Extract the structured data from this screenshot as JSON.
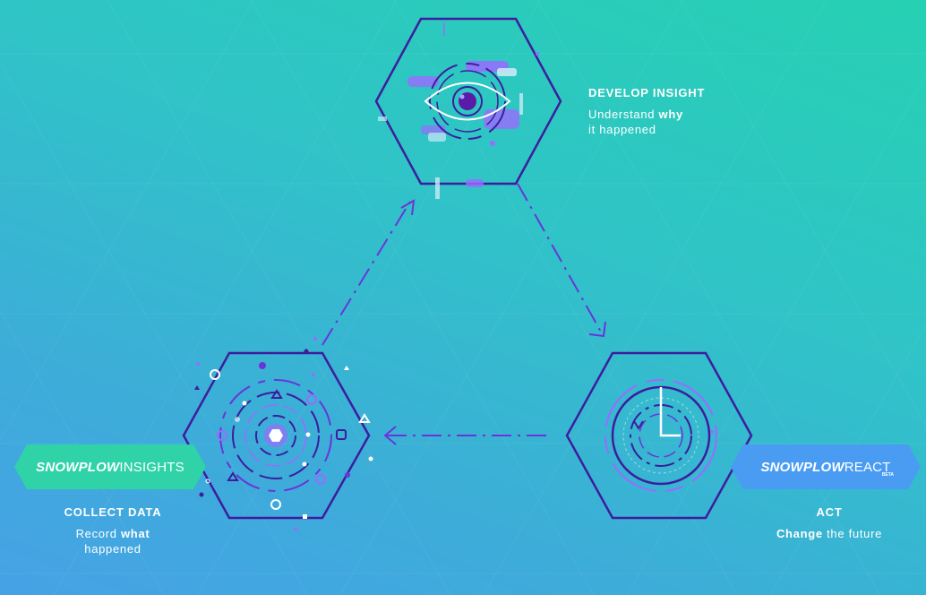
{
  "develop": {
    "title": "DEVELOP INSIGHT",
    "line1_pre": "Understand ",
    "line1_bold": "why",
    "line2": "it happened"
  },
  "collect": {
    "title": "COLLECT DATA",
    "line1_pre": "Record ",
    "line1_bold": "what",
    "line2": "happened"
  },
  "act": {
    "title": "ACT",
    "line1_bold": "Change",
    "line1_post": " the future"
  },
  "insights_badge": {
    "brand": "SNOWPLOW",
    "product": "INSIGHTS",
    "color": "#2fd3a7"
  },
  "react_badge": {
    "brand": "SNOWPLOW",
    "product": "REACT",
    "tag": "BETA",
    "color": "#4a9cf2"
  },
  "colors": {
    "outline": "#3d1d9e",
    "accent": "#9b6bff",
    "eye": "#5a1ba8"
  },
  "icons": {
    "top": "eye-icon",
    "left": "radar-icon",
    "right": "clock-icon"
  }
}
